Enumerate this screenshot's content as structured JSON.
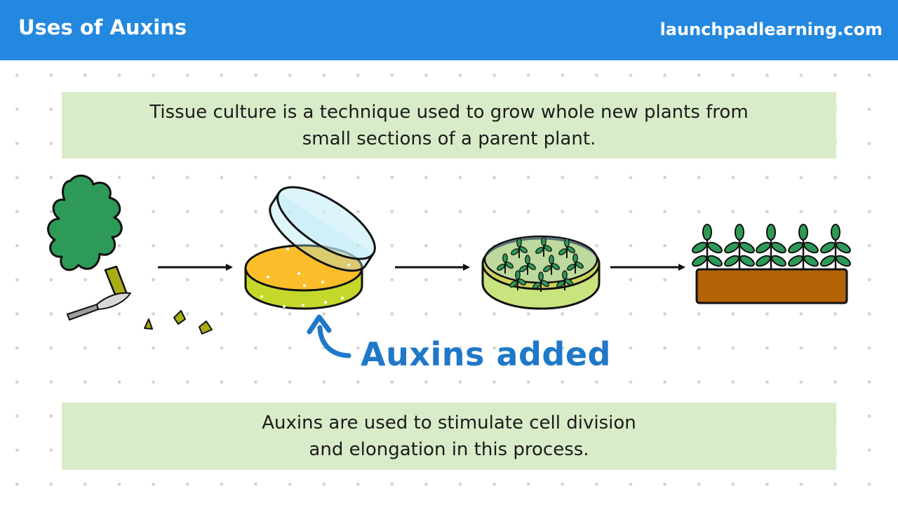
{
  "header": {
    "title": "Uses of Auxins",
    "site": "launchpadlearning.com"
  },
  "intro_text": "Tissue culture is a technique used to grow whole new plants from\nsmall sections of a parent plant.",
  "annotation": "Auxins added",
  "summary_text": "Auxins are used to stimulate cell division\nand elongation in this process.",
  "colors": {
    "header": "#2388e0",
    "text_box": "#d9ecc9",
    "annotation": "#1f78c8",
    "leaf": "#2e9a58",
    "agar": "#fbbd2a",
    "soil": "#b36406"
  },
  "icons": [
    "leaf-cutting-icon",
    "knife-icon",
    "tissue-fragment-icon",
    "petri-dish-with-agar-icon",
    "petri-dish-with-plantlets-icon",
    "plant-tray-icon",
    "arrow-icon"
  ]
}
